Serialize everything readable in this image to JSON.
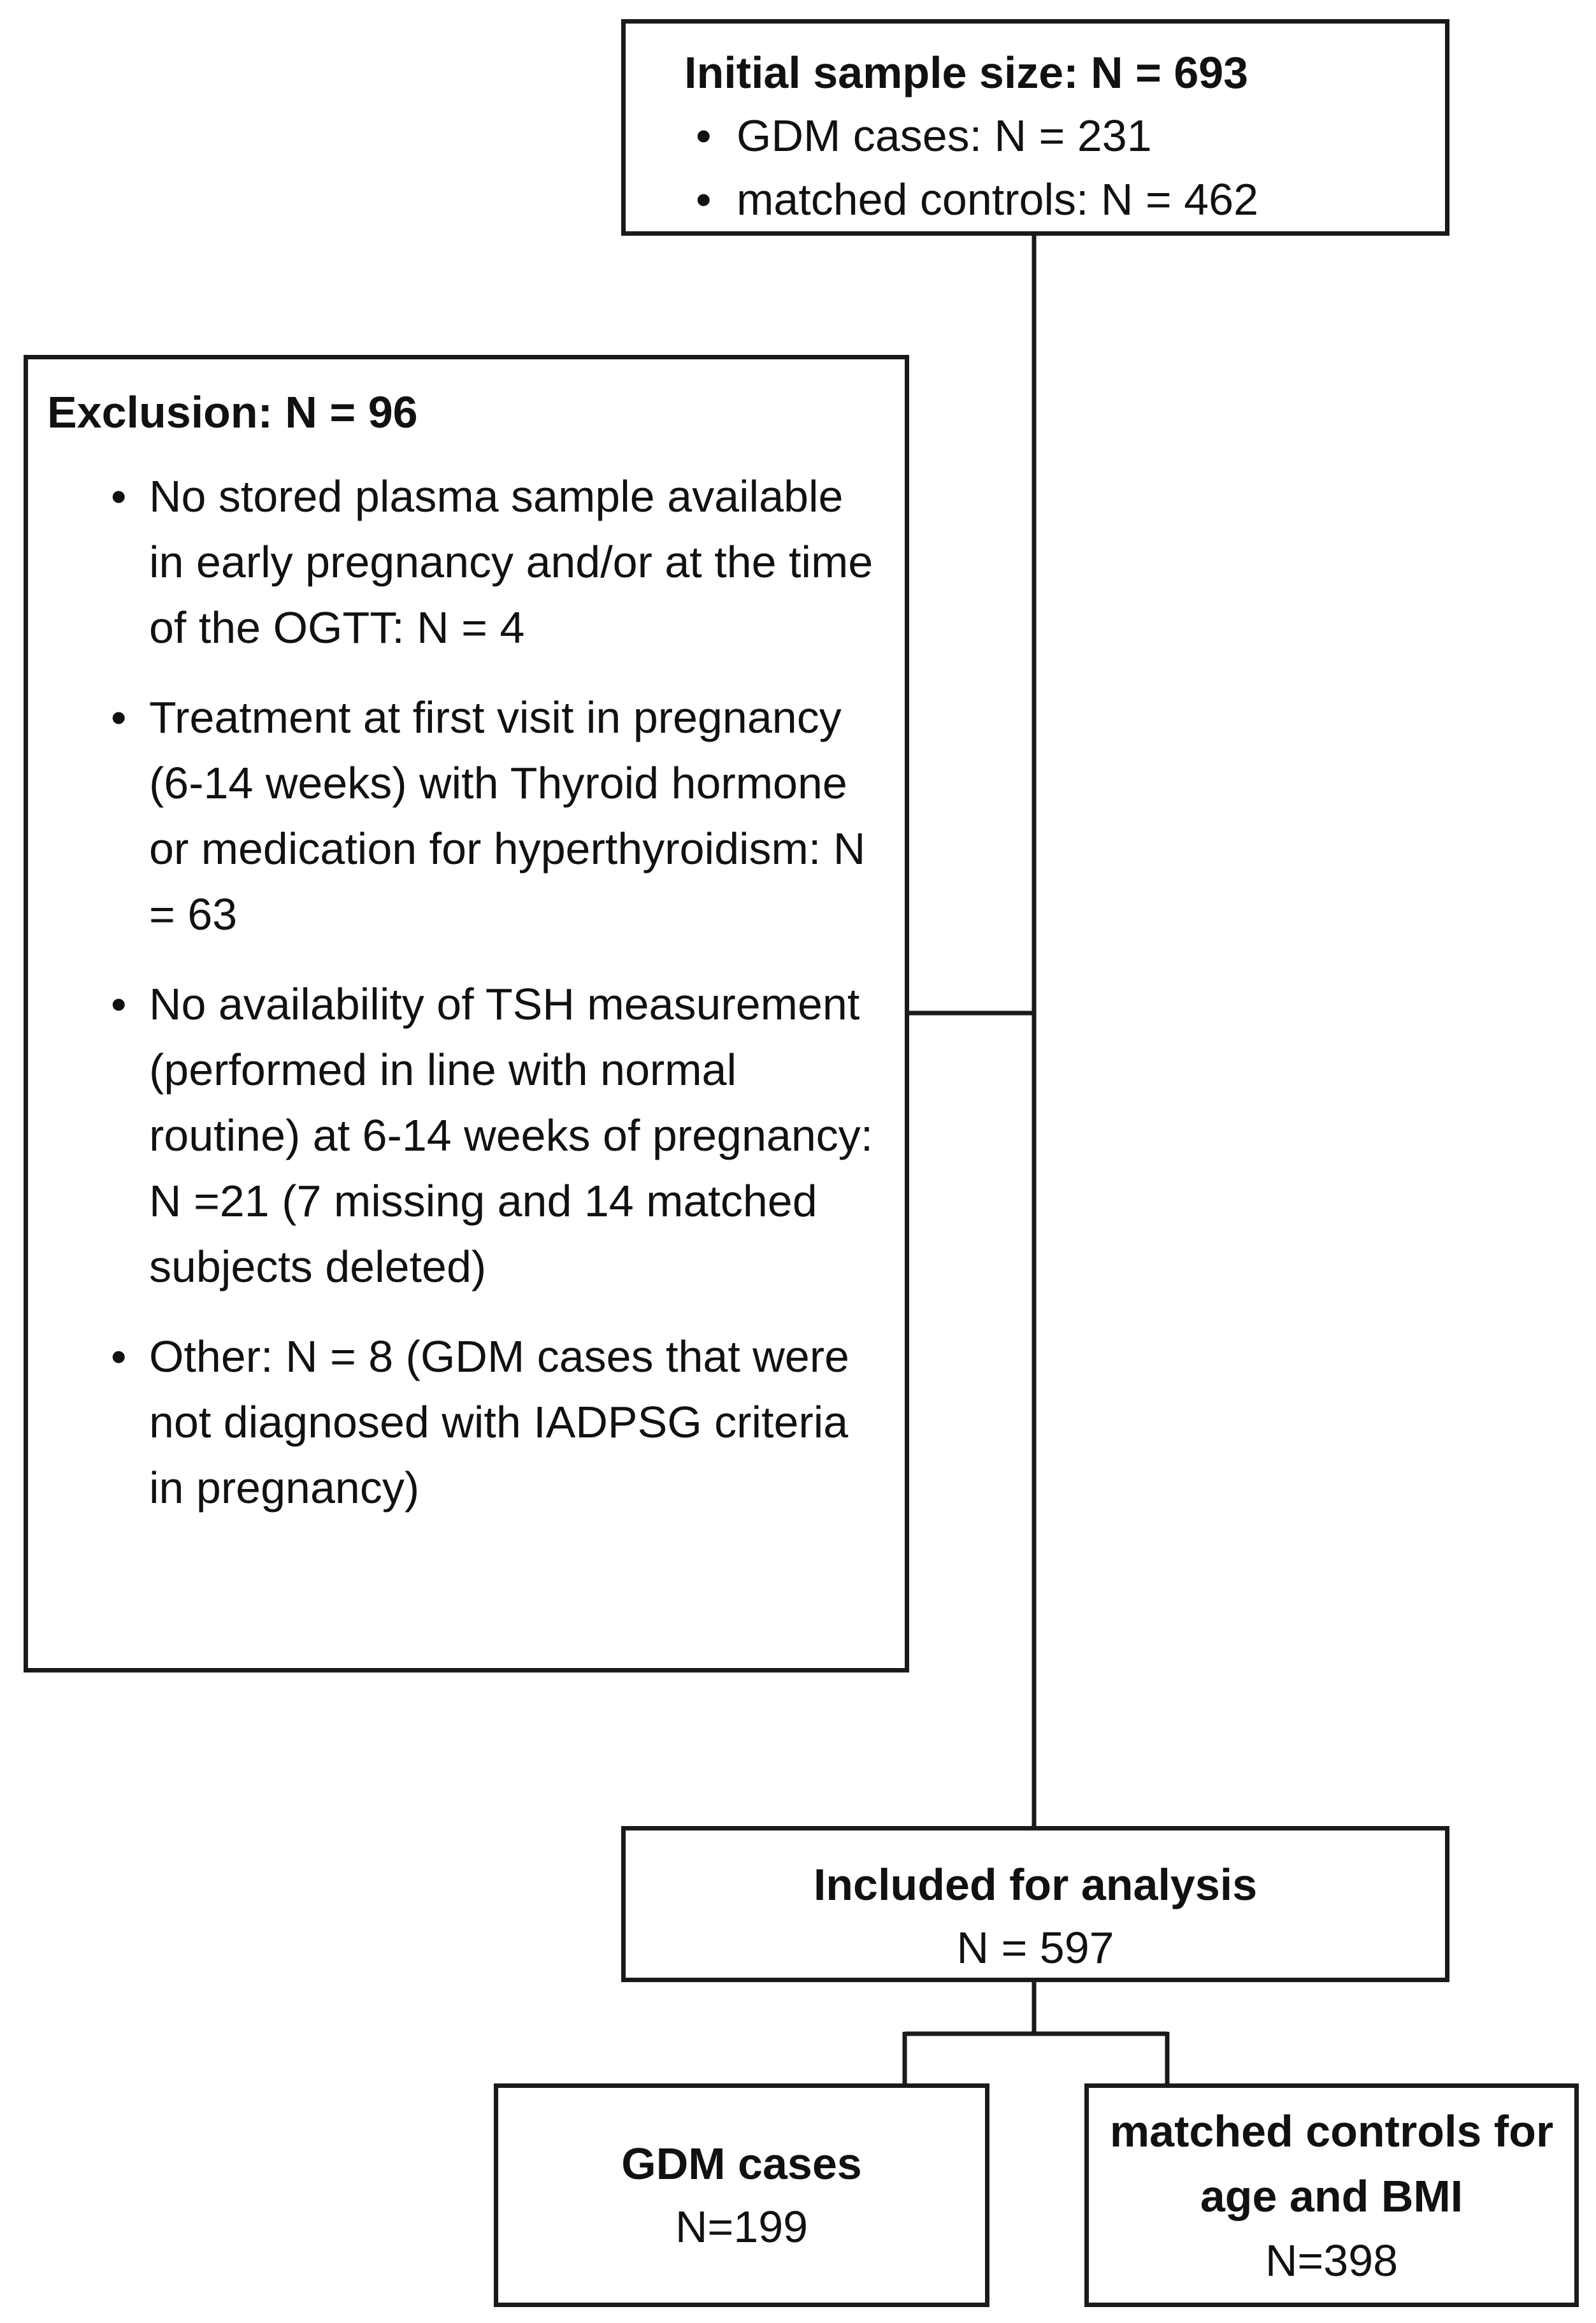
{
  "initial": {
    "title": "Initial sample size: N = 693",
    "items": [
      "GDM cases: N = 231",
      "matched controls: N = 462"
    ]
  },
  "exclusion": {
    "title": "Exclusion: N = 96",
    "items": [
      "No stored plasma sample available in early pregnancy and/or at the time of the OGTT: N = 4",
      "Treatment at first visit in pregnancy (6-14 weeks) with Thyroid hormone or medication for hyperthyroidism: N = 63",
      "No availability of TSH measurement (performed in line with normal routine) at 6-14 weeks of pregnancy: N =21 (7 missing and 14 matched subjects deleted)",
      "Other: N = 8 (GDM cases that were not diagnosed with IADPSG criteria in pregnancy)"
    ]
  },
  "included": {
    "title": "Included for analysis",
    "count": "N = 597"
  },
  "gdm": {
    "title": "GDM cases",
    "count": "N=199"
  },
  "controls": {
    "title": "matched controls for age and BMI",
    "count": "N=398"
  },
  "bullet_glyph": "•"
}
